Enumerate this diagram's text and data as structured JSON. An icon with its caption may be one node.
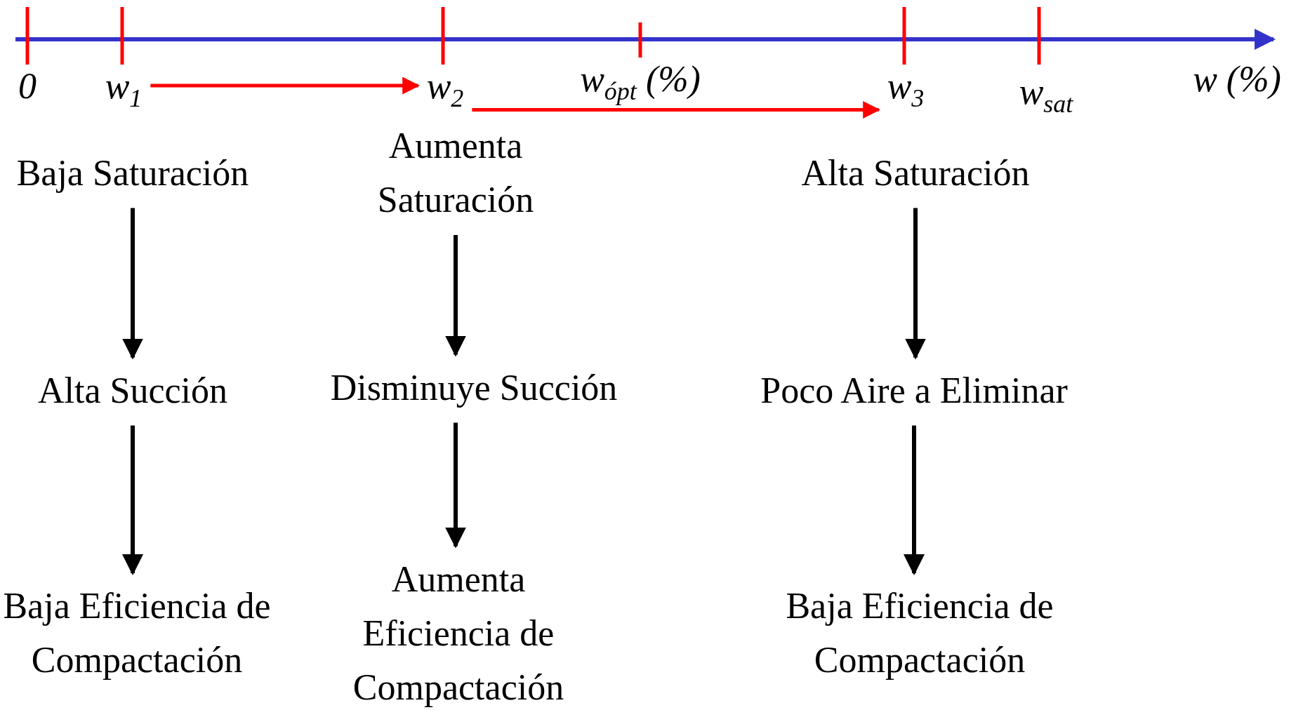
{
  "diagram": {
    "nodes": [
      {
        "text": [
          "w$_{1}$"
        ]
      },
      {
        "text": [
          "w$_{2}$"
        ]
      },
      {
        "text": [
          "w$_{3}$"
        ]
      },
      {
        "text": [
          "Baja Saturación"
        ]
      },
      {
        "text": [
          "Aumenta Saturación"
        ]
      },
      {
        "text": [
          "Alta Saturación"
        ]
      },
      {
        "text": [
          "Alta Succión"
        ]
      },
      {
        "text": [
          "Disminuye Succión"
        ]
      },
      {
        "text": [
          "Poco Aire a Eliminar"
        ]
      },
      {
        "text": [
          "Baja Eficiencia de Compactación"
        ]
      },
      {
        "text": [
          "Aumenta Eficiencia de Compactación"
        ]
      },
      {
        "text": [
          "Baja Eficiencia de Compactación"
        ]
      }
    ],
    "edges": [
      {
        "from": 0,
        "to": 1,
        "arrow": "to",
        "color": "#ff0000"
      },
      {
        "from": 1,
        "to": 2,
        "arrow": "to",
        "color": "#ff0000"
      },
      {
        "from": 3,
        "to": 6,
        "arrow": "to"
      },
      {
        "from": 6,
        "to": 9,
        "arrow": "to"
      },
      {
        "from": 4,
        "to": 7,
        "arrow": "to"
      },
      {
        "from": 7,
        "to": 10,
        "arrow": "to"
      },
      {
        "from": 5,
        "to": 8,
        "arrow": "to"
      },
      {
        "from": 8,
        "to": 11,
        "arrow": "to"
      }
    ],
    "labels": [
      "0",
      "w$_{ópt}$ (%)",
      "w$_{sat}$",
      "w (%)"
    ]
  }
}
